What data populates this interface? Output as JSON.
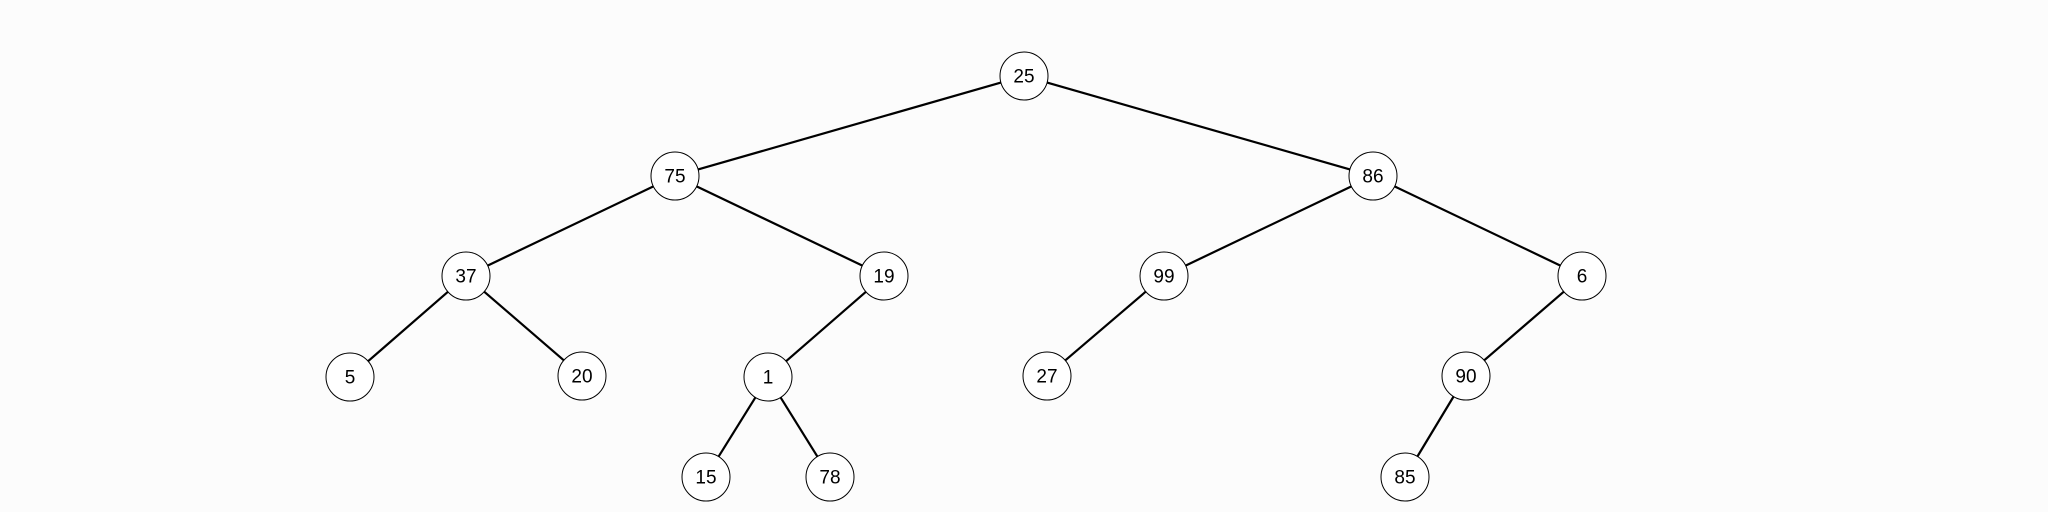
{
  "tree": {
    "nodes": [
      {
        "id": "n25",
        "label": "25"
      },
      {
        "id": "n75",
        "label": "75"
      },
      {
        "id": "n86",
        "label": "86"
      },
      {
        "id": "n37",
        "label": "37"
      },
      {
        "id": "n19",
        "label": "19"
      },
      {
        "id": "n99",
        "label": "99"
      },
      {
        "id": "n6",
        "label": "6"
      },
      {
        "id": "n5",
        "label": "5"
      },
      {
        "id": "n20",
        "label": "20"
      },
      {
        "id": "n1",
        "label": "1"
      },
      {
        "id": "n27",
        "label": "27"
      },
      {
        "id": "n90",
        "label": "90"
      },
      {
        "id": "n15",
        "label": "15"
      },
      {
        "id": "n78",
        "label": "78"
      },
      {
        "id": "n85",
        "label": "85"
      }
    ],
    "edges": [
      [
        "n25",
        "n75"
      ],
      [
        "n25",
        "n86"
      ],
      [
        "n75",
        "n37"
      ],
      [
        "n75",
        "n19"
      ],
      [
        "n86",
        "n99"
      ],
      [
        "n86",
        "n6"
      ],
      [
        "n37",
        "n5"
      ],
      [
        "n37",
        "n20"
      ],
      [
        "n19",
        "n1"
      ],
      [
        "n99",
        "n27"
      ],
      [
        "n6",
        "n90"
      ],
      [
        "n1",
        "n15"
      ],
      [
        "n1",
        "n78"
      ],
      [
        "n90",
        "n85"
      ]
    ]
  },
  "colors": {
    "background": "#fcfcfc",
    "edge": "#000000",
    "node_fill": "#ffffff",
    "node_stroke": "#000000",
    "label": "#000000"
  }
}
